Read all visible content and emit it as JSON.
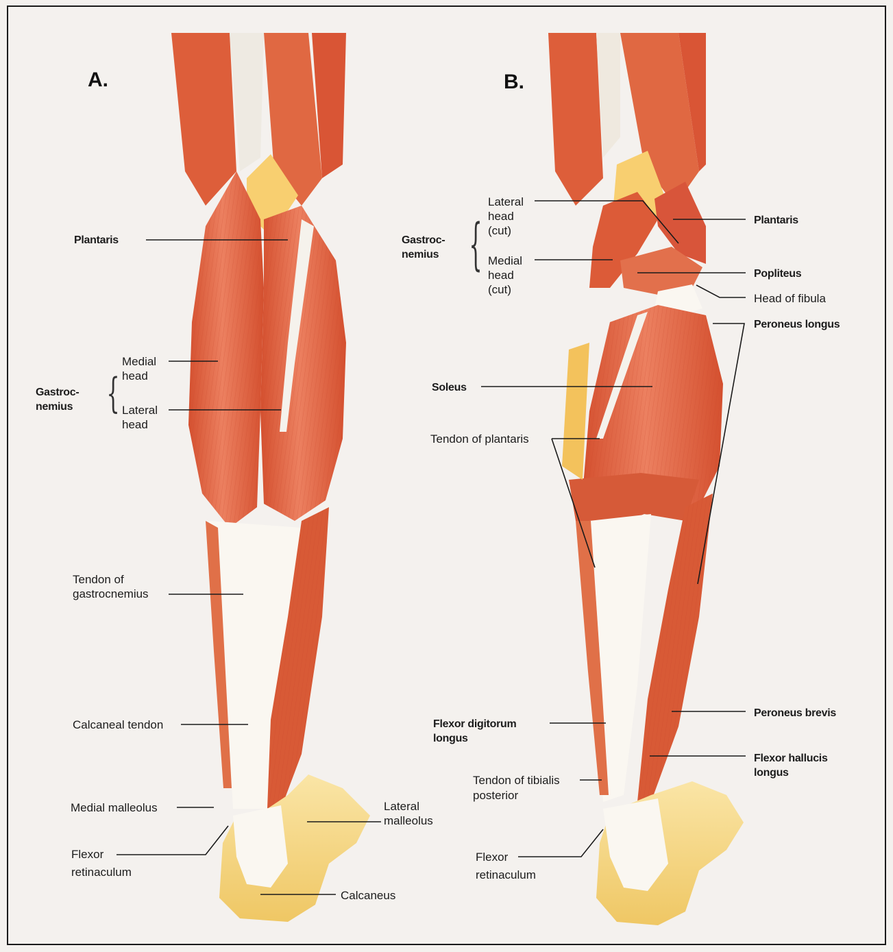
{
  "panels": {
    "a": {
      "letter": "A.",
      "labels": {
        "plantaris": "Plantaris",
        "gastroc_line1": "Gastroc-",
        "gastroc_line2": "nemius",
        "medial_head_1": "Medial",
        "medial_head_2": "head",
        "lateral_head_1": "Lateral",
        "lateral_head_2": "head",
        "tendon_gastroc_1": "Tendon of",
        "tendon_gastroc_2": "gastrocnemius",
        "calcaneal_tendon": "Calcaneal tendon",
        "medial_malleolus": "Medial malleolus",
        "flexor_ret_1": "Flexor",
        "flexor_ret_2": "retinaculum",
        "lateral_malleolus_1": "Lateral",
        "lateral_malleolus_2": "malleolus",
        "calcaneus": "Calcaneus"
      }
    },
    "b": {
      "letter": "B.",
      "labels": {
        "gastroc_line1": "Gastroc-",
        "gastroc_line2": "nemius",
        "lateral_head_cut_1": "Lateral",
        "lateral_head_cut_2": "head",
        "lateral_head_cut_3": "(cut)",
        "medial_head_cut_1": "Medial",
        "medial_head_cut_2": "head",
        "medial_head_cut_3": "(cut)",
        "plantaris": "Plantaris",
        "popliteus": "Popliteus",
        "head_of_fibula": "Head of fibula",
        "peroneus_longus": "Peroneus longus",
        "soleus": "Soleus",
        "tendon_plantaris": "Tendon of plantaris",
        "peroneus_brevis": "Peroneus brevis",
        "fdl_1": "Flexor digitorum",
        "fdl_2": "longus",
        "fhl_1": "Flexor hallucis",
        "fhl_2": "longus",
        "tibialis_post_1": "Tendon of tibialis",
        "tibialis_post_2": "posterior",
        "flexor_ret_1": "Flexor",
        "flexor_ret_2": "retinaculum"
      }
    }
  },
  "colors": {
    "muscle": "#e2653f",
    "muscle_dark": "#c9452a",
    "muscle_light": "#ee8a66",
    "tendon": "#fbf7f1",
    "bone": "#f7d98a",
    "bone_dark": "#e8bd5c",
    "leader": "#1a1a1a"
  }
}
